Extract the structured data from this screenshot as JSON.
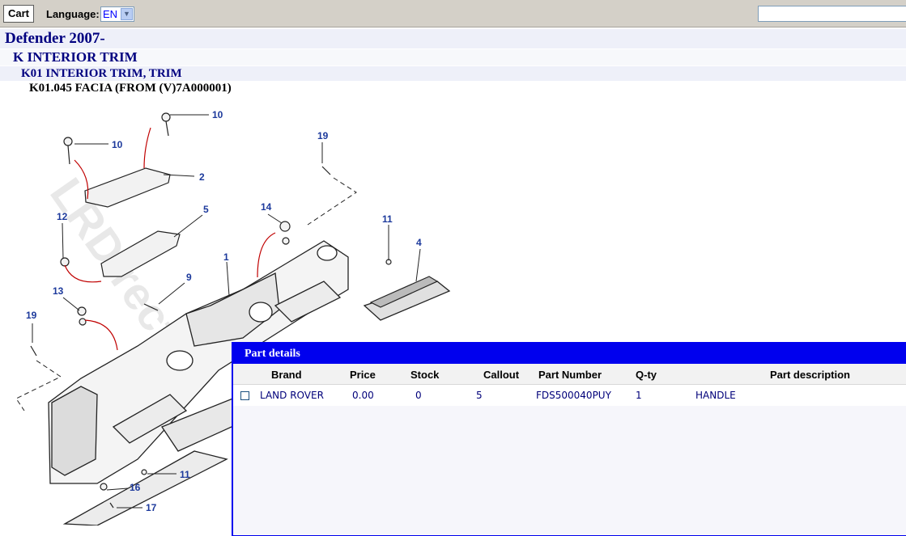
{
  "toolbar": {
    "cart_label": "Cart",
    "language_label": "Language:",
    "language_value": "EN",
    "search_value": ""
  },
  "breadcrumb": [
    "Defender 2007-",
    "K INTERIOR TRIM",
    "K01 INTERIOR TRIM, TRIM",
    "K01.045 FACIA (FROM (V)7A000001)"
  ],
  "diagram": {
    "callouts": [
      "10",
      "10",
      "19",
      "2",
      "5",
      "12",
      "14",
      "11",
      "4",
      "1",
      "9",
      "13",
      "19",
      "11",
      "16",
      "17"
    ]
  },
  "part_details": {
    "title": "Part details",
    "columns": [
      "Brand",
      "Price",
      "Stock",
      "Callout",
      "Part Number",
      "Q-ty",
      "Part description"
    ],
    "rows": [
      {
        "brand": "LAND ROVER",
        "price": "0.00",
        "stock": "0",
        "callout": "5",
        "part_number": "FDS500040PUY",
        "qty": "1",
        "description": "HANDLE"
      }
    ]
  },
  "colors": {
    "toolbar_bg": "#d4d0c8",
    "heading_text": "#000080",
    "panel_header": "#0000ee",
    "callout_text": "#1d3a9c"
  }
}
